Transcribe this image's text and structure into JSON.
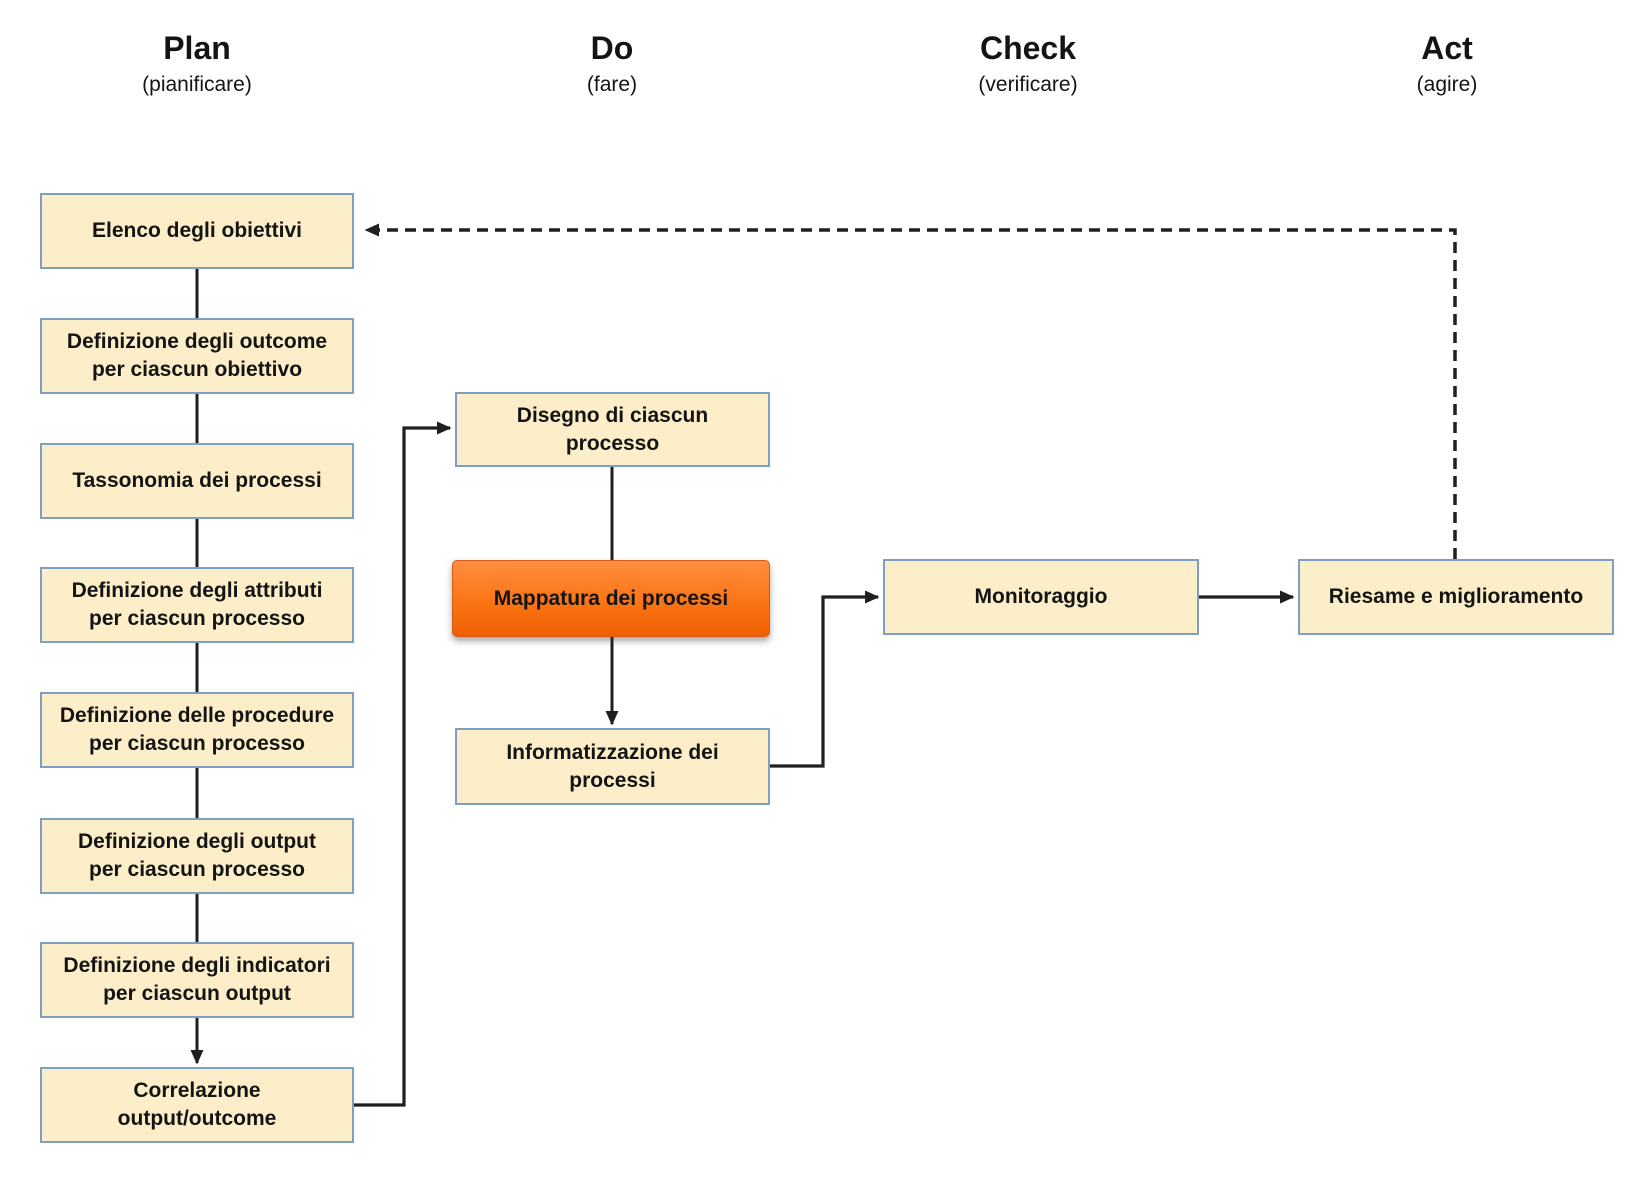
{
  "headers": [
    {
      "title": "Plan",
      "subtitle": "(pianificare)"
    },
    {
      "title": "Do",
      "subtitle": "(fare)"
    },
    {
      "title": "Check",
      "subtitle": "(verificare)"
    },
    {
      "title": "Act",
      "subtitle": "(agire)"
    }
  ],
  "nodes": {
    "elenco_obiettivi": {
      "lines": [
        "Elenco degli obiettivi"
      ]
    },
    "definizione_outcome": {
      "lines": [
        "Definizione degli outcome",
        "per ciascun obiettivo"
      ]
    },
    "tassonomia_processi": {
      "lines": [
        "Tassonomia dei processi"
      ]
    },
    "definizione_attributi": {
      "lines": [
        "Definizione degli attributi",
        "per ciascun processo"
      ]
    },
    "definizione_procedure": {
      "lines": [
        "Definizione delle procedure",
        "per ciascun processo"
      ]
    },
    "definizione_output": {
      "lines": [
        "Definizione degli output",
        "per ciascun processo"
      ]
    },
    "definizione_indicatori": {
      "lines": [
        "Definizione degli indicatori",
        "per ciascun output"
      ]
    },
    "correlazione": {
      "lines": [
        "Correlazione",
        "output/outcome"
      ]
    },
    "disegno_processo": {
      "lines": [
        "Disegno di ciascun",
        "processo"
      ]
    },
    "mappatura_processi": {
      "lines": [
        "Mappatura dei processi"
      ]
    },
    "informatizzazione": {
      "lines": [
        "Informatizzazione dei",
        "processi"
      ]
    },
    "monitoraggio": {
      "lines": [
        "Monitoraggio"
      ]
    },
    "riesame": {
      "lines": [
        "Riesame e miglioramento"
      ]
    }
  },
  "colors": {
    "node_fill": "#FBEEC8",
    "node_border": "#7E9EC4",
    "highlight_top": "#FF8E42",
    "highlight_mid": "#FB7414",
    "highlight_bottom": "#EE6102",
    "highlight_border": "#D9591A",
    "connector": "#1F1F1F",
    "text": "#141414"
  }
}
